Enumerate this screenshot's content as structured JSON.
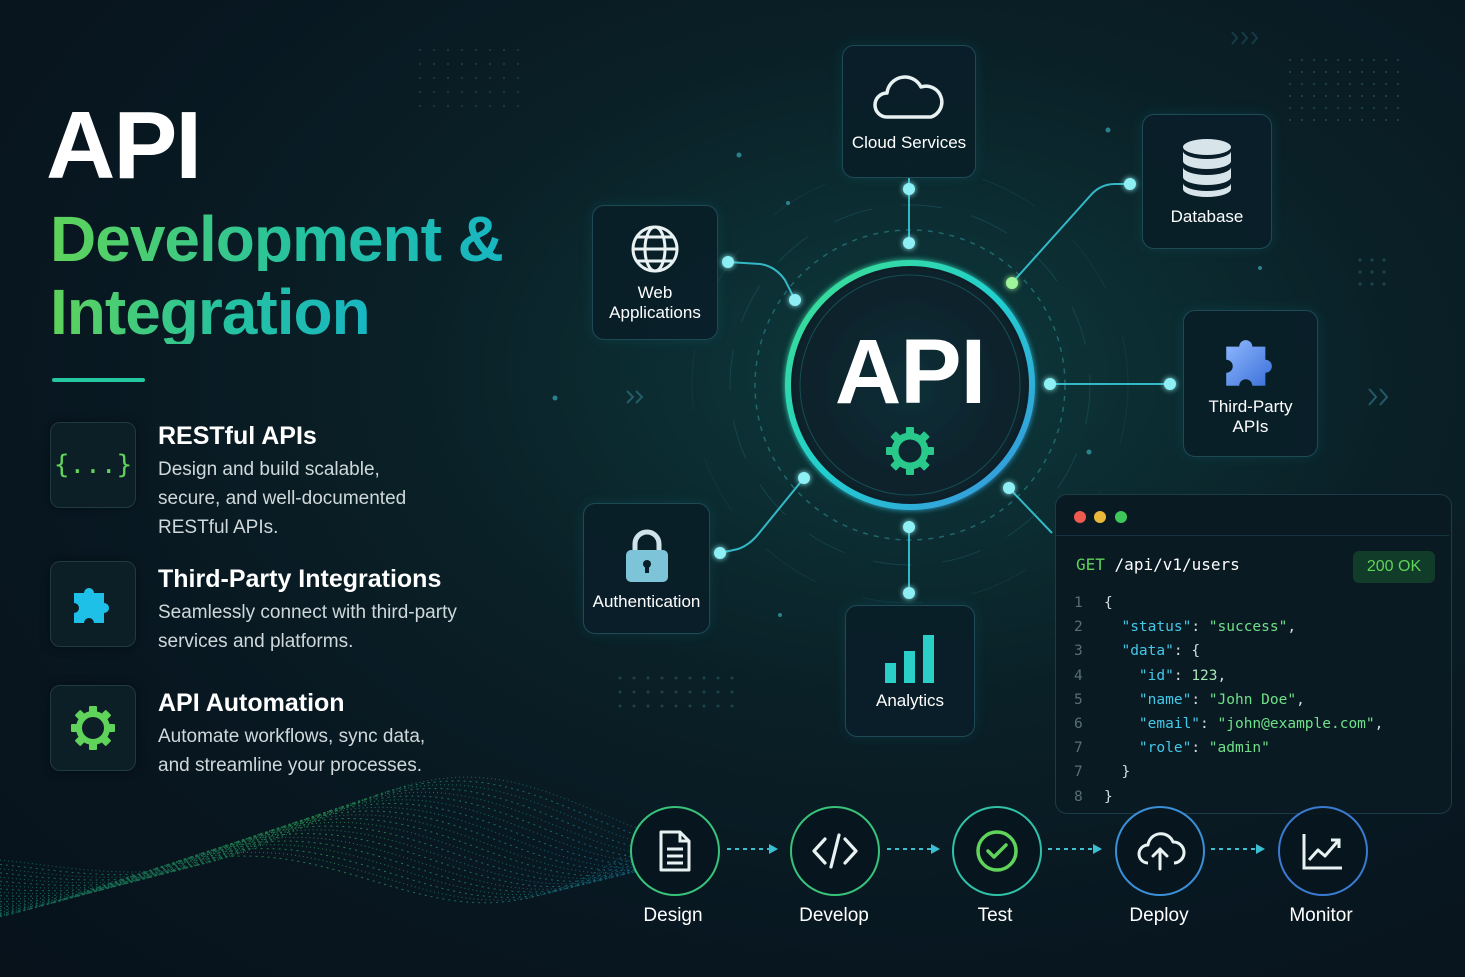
{
  "title": {
    "line1": "API",
    "line2": "Development &",
    "line3": "Integration"
  },
  "features": [
    {
      "title": "RESTful APIs",
      "desc": [
        "Design and build scalable,",
        "secure, and well-documented",
        "RESTful APIs."
      ],
      "icon": "{...}",
      "icon_name": "braces-icon"
    },
    {
      "title": "Third-Party Integrations",
      "desc": [
        "Seamlessly connect with third-party",
        "services and platforms."
      ],
      "icon_name": "puzzle-icon"
    },
    {
      "title": "API Automation",
      "desc": [
        "Automate workflows, sync data,",
        "and streamline your processes."
      ],
      "icon_name": "gear-icon"
    }
  ],
  "hub": {
    "label": "API",
    "icon_name": "gear-icon"
  },
  "nodes": {
    "cloud": {
      "label": "Cloud Services",
      "icon_name": "cloud-icon"
    },
    "database": {
      "label": "Database",
      "icon_name": "database-icon"
    },
    "web": {
      "label1": "Web",
      "label2": "Applications",
      "icon_name": "globe-icon"
    },
    "thirdparty": {
      "label1": "Third-Party",
      "label2": "APIs",
      "icon_name": "puzzle-icon"
    },
    "auth": {
      "label": "Authentication",
      "icon_name": "lock-icon"
    },
    "analytics": {
      "label": "Analytics",
      "icon_name": "bar-chart-icon"
    }
  },
  "code": {
    "method": "GET",
    "path": "/api/v1/users",
    "status": "200 OK",
    "lines": [
      {
        "num": "1",
        "text": "{"
      },
      {
        "num": "2",
        "key": "\"status\"",
        "val": "\"success\"",
        "tail": ",",
        "indent": 1
      },
      {
        "num": "3",
        "key": "\"data\"",
        "val": "{",
        "tail": "",
        "indent": 1
      },
      {
        "num": "4",
        "key": "\"id\"",
        "val": "123",
        "tail": ",",
        "indent": 2
      },
      {
        "num": "5",
        "key": "\"name\"",
        "val": "\"John Doe\"",
        "tail": ",",
        "indent": 2
      },
      {
        "num": "6",
        "key": "\"email\"",
        "val": "\"john@example.com\"",
        "tail": ",",
        "indent": 2
      },
      {
        "num": "7",
        "key": "\"role\"",
        "val": "\"admin\"",
        "tail": "",
        "indent": 2
      },
      {
        "num": "7",
        "text": "  }"
      },
      {
        "num": "8",
        "text": "}"
      }
    ]
  },
  "pipeline": [
    {
      "label": "Design",
      "icon_name": "document-icon"
    },
    {
      "label": "Develop",
      "icon_name": "code-icon"
    },
    {
      "label": "Test",
      "icon_name": "check-circle-icon"
    },
    {
      "label": "Deploy",
      "icon_name": "cloud-upload-icon"
    },
    {
      "label": "Monitor",
      "icon_name": "line-chart-icon"
    }
  ],
  "colors": {
    "green": "#5fd35a",
    "teal": "#24c7a0",
    "cyan": "#2fd0e8",
    "blue": "#4a9fe8"
  }
}
